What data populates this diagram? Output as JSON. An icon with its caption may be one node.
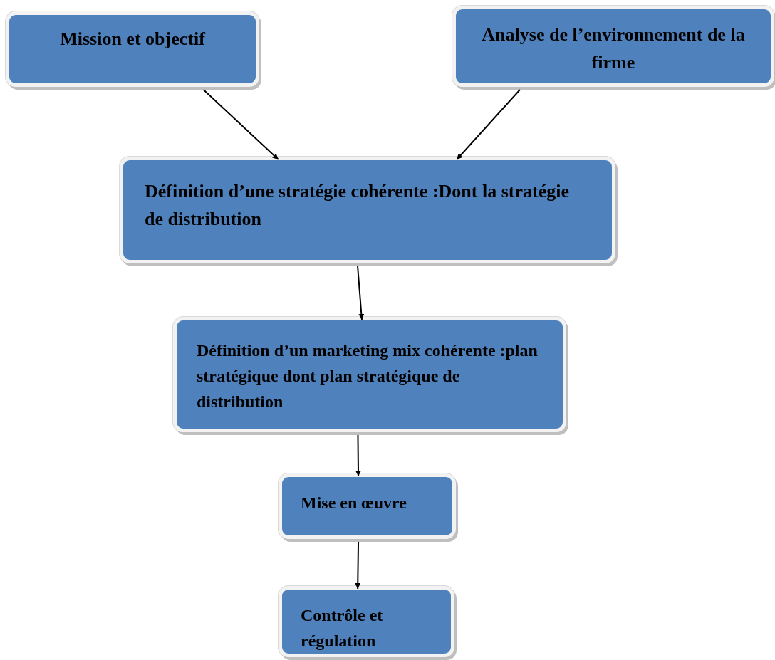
{
  "diagram": {
    "nodes": [
      {
        "text": [
          "Mission et objectif"
        ]
      },
      {
        "text": [
          "Analyse de l’environnement de la firme"
        ]
      },
      {
        "text": [
          "Définition d’une stratégie cohérente :Dont la stratégie de distribution"
        ]
      },
      {
        "text": [
          "Définition d’un marketing mix cohérente :plan stratégique dont plan stratégique de distribution"
        ]
      },
      {
        "text": [
          "Mise en œuvre"
        ]
      },
      {
        "text": [
          "Contrôle et régulation"
        ]
      }
    ],
    "edges": [
      {
        "from": 0,
        "to": 2,
        "arrow": "to"
      },
      {
        "from": 1,
        "to": 2,
        "arrow": "to"
      },
      {
        "from": 2,
        "to": 3,
        "arrow": "to"
      },
      {
        "from": 3,
        "to": 4,
        "arrow": "to"
      },
      {
        "from": 4,
        "to": 5,
        "arrow": "to"
      }
    ]
  }
}
